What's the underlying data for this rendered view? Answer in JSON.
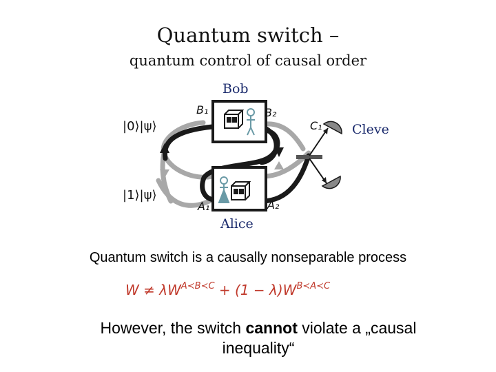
{
  "title": "Quantum switch –",
  "subtitle": "quantum control of causal order",
  "diagram": {
    "parties": {
      "bob": "Bob",
      "cleve": "Cleve",
      "alice": "Alice"
    },
    "inputs": {
      "upper": "|0⟩|ψ⟩",
      "lower": "|1⟩|ψ⟩"
    },
    "port_labels": {
      "b1": "B₁",
      "b2": "B₂",
      "c1": "C₁",
      "a1": "A₁",
      "a2": "A₂"
    },
    "colors": {
      "path_dark": "#1a1a1a",
      "path_light": "#a8a8a8",
      "party_text": "#1a2a6c",
      "formula_red": "#c0392b",
      "figure": "#6a9aa6"
    }
  },
  "statement": "Quantum switch is a causally nonseparable process",
  "formula": "W ≠ λW^{A≺B≺C} + (1 − λ)W^{B≺A≺C}",
  "however": {
    "before": "However, the switch ",
    "bold": "cannot",
    "after": " violate a „causal inequality“"
  }
}
